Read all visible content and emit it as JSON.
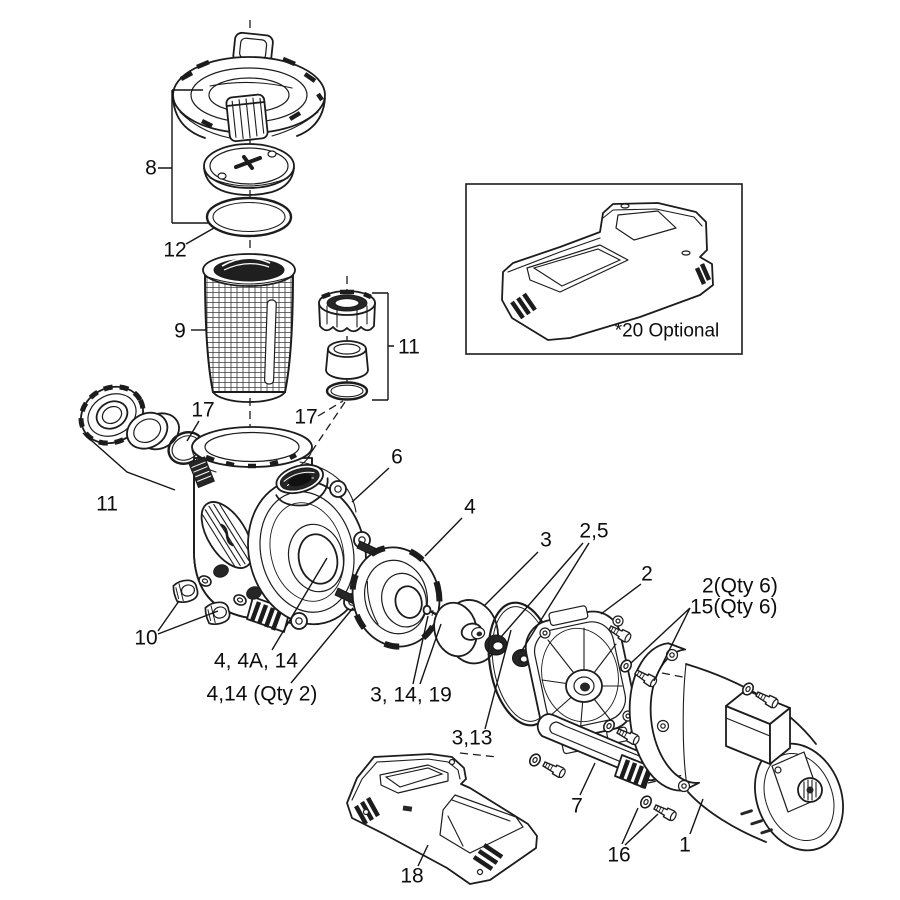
{
  "diagram": {
    "type": "exploded-parts-diagram",
    "colors": {
      "line": "#1c1c1c",
      "background": "#ffffff",
      "dark_fill": "#262626"
    },
    "callouts": {
      "lid_assembly": "8",
      "lid_oring": "12",
      "strainer_basket": "9",
      "union_right": "11",
      "union_left": "11",
      "union_oring_right": "17",
      "union_oring_left": "17",
      "pump_body": "6",
      "diffuser": "4",
      "impeller": "3",
      "shaft_seal": "2,5",
      "seal_plate": "2",
      "seal_plate_bolts": "2(Qty 6)",
      "seal_plate_washers": "15(Qty 6)",
      "drain_plugs": "10",
      "diffuser_hardware": "4, 4A, 14",
      "diffuser_screws": "4,14 (Qty 2)",
      "impeller_hardware": "3, 14, 19",
      "plate_gasket": "3,13",
      "bracket": "7",
      "motor_bolts": "16",
      "motor": "1",
      "base": "18",
      "optional_base": "*20 Optional"
    }
  }
}
